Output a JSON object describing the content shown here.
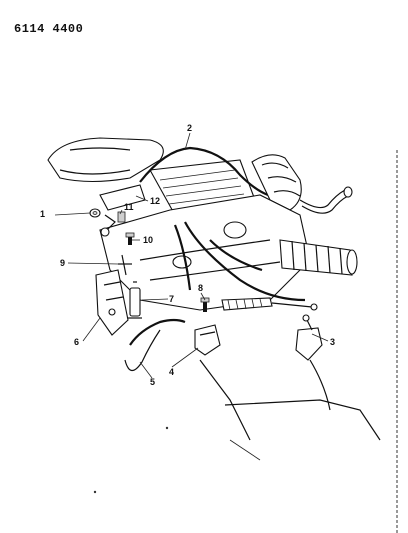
{
  "figure_code": "6114 4400",
  "callouts": [
    {
      "id": "1",
      "label": "1"
    },
    {
      "id": "2",
      "label": "2"
    },
    {
      "id": "3",
      "label": "3"
    },
    {
      "id": "4",
      "label": "4"
    },
    {
      "id": "5",
      "label": "5"
    },
    {
      "id": "6",
      "label": "6"
    },
    {
      "id": "7",
      "label": "7"
    },
    {
      "id": "8",
      "label": "8"
    },
    {
      "id": "9",
      "label": "9"
    },
    {
      "id": "10",
      "label": "10"
    },
    {
      "id": "11",
      "label": "11"
    },
    {
      "id": "12",
      "label": "12"
    }
  ]
}
